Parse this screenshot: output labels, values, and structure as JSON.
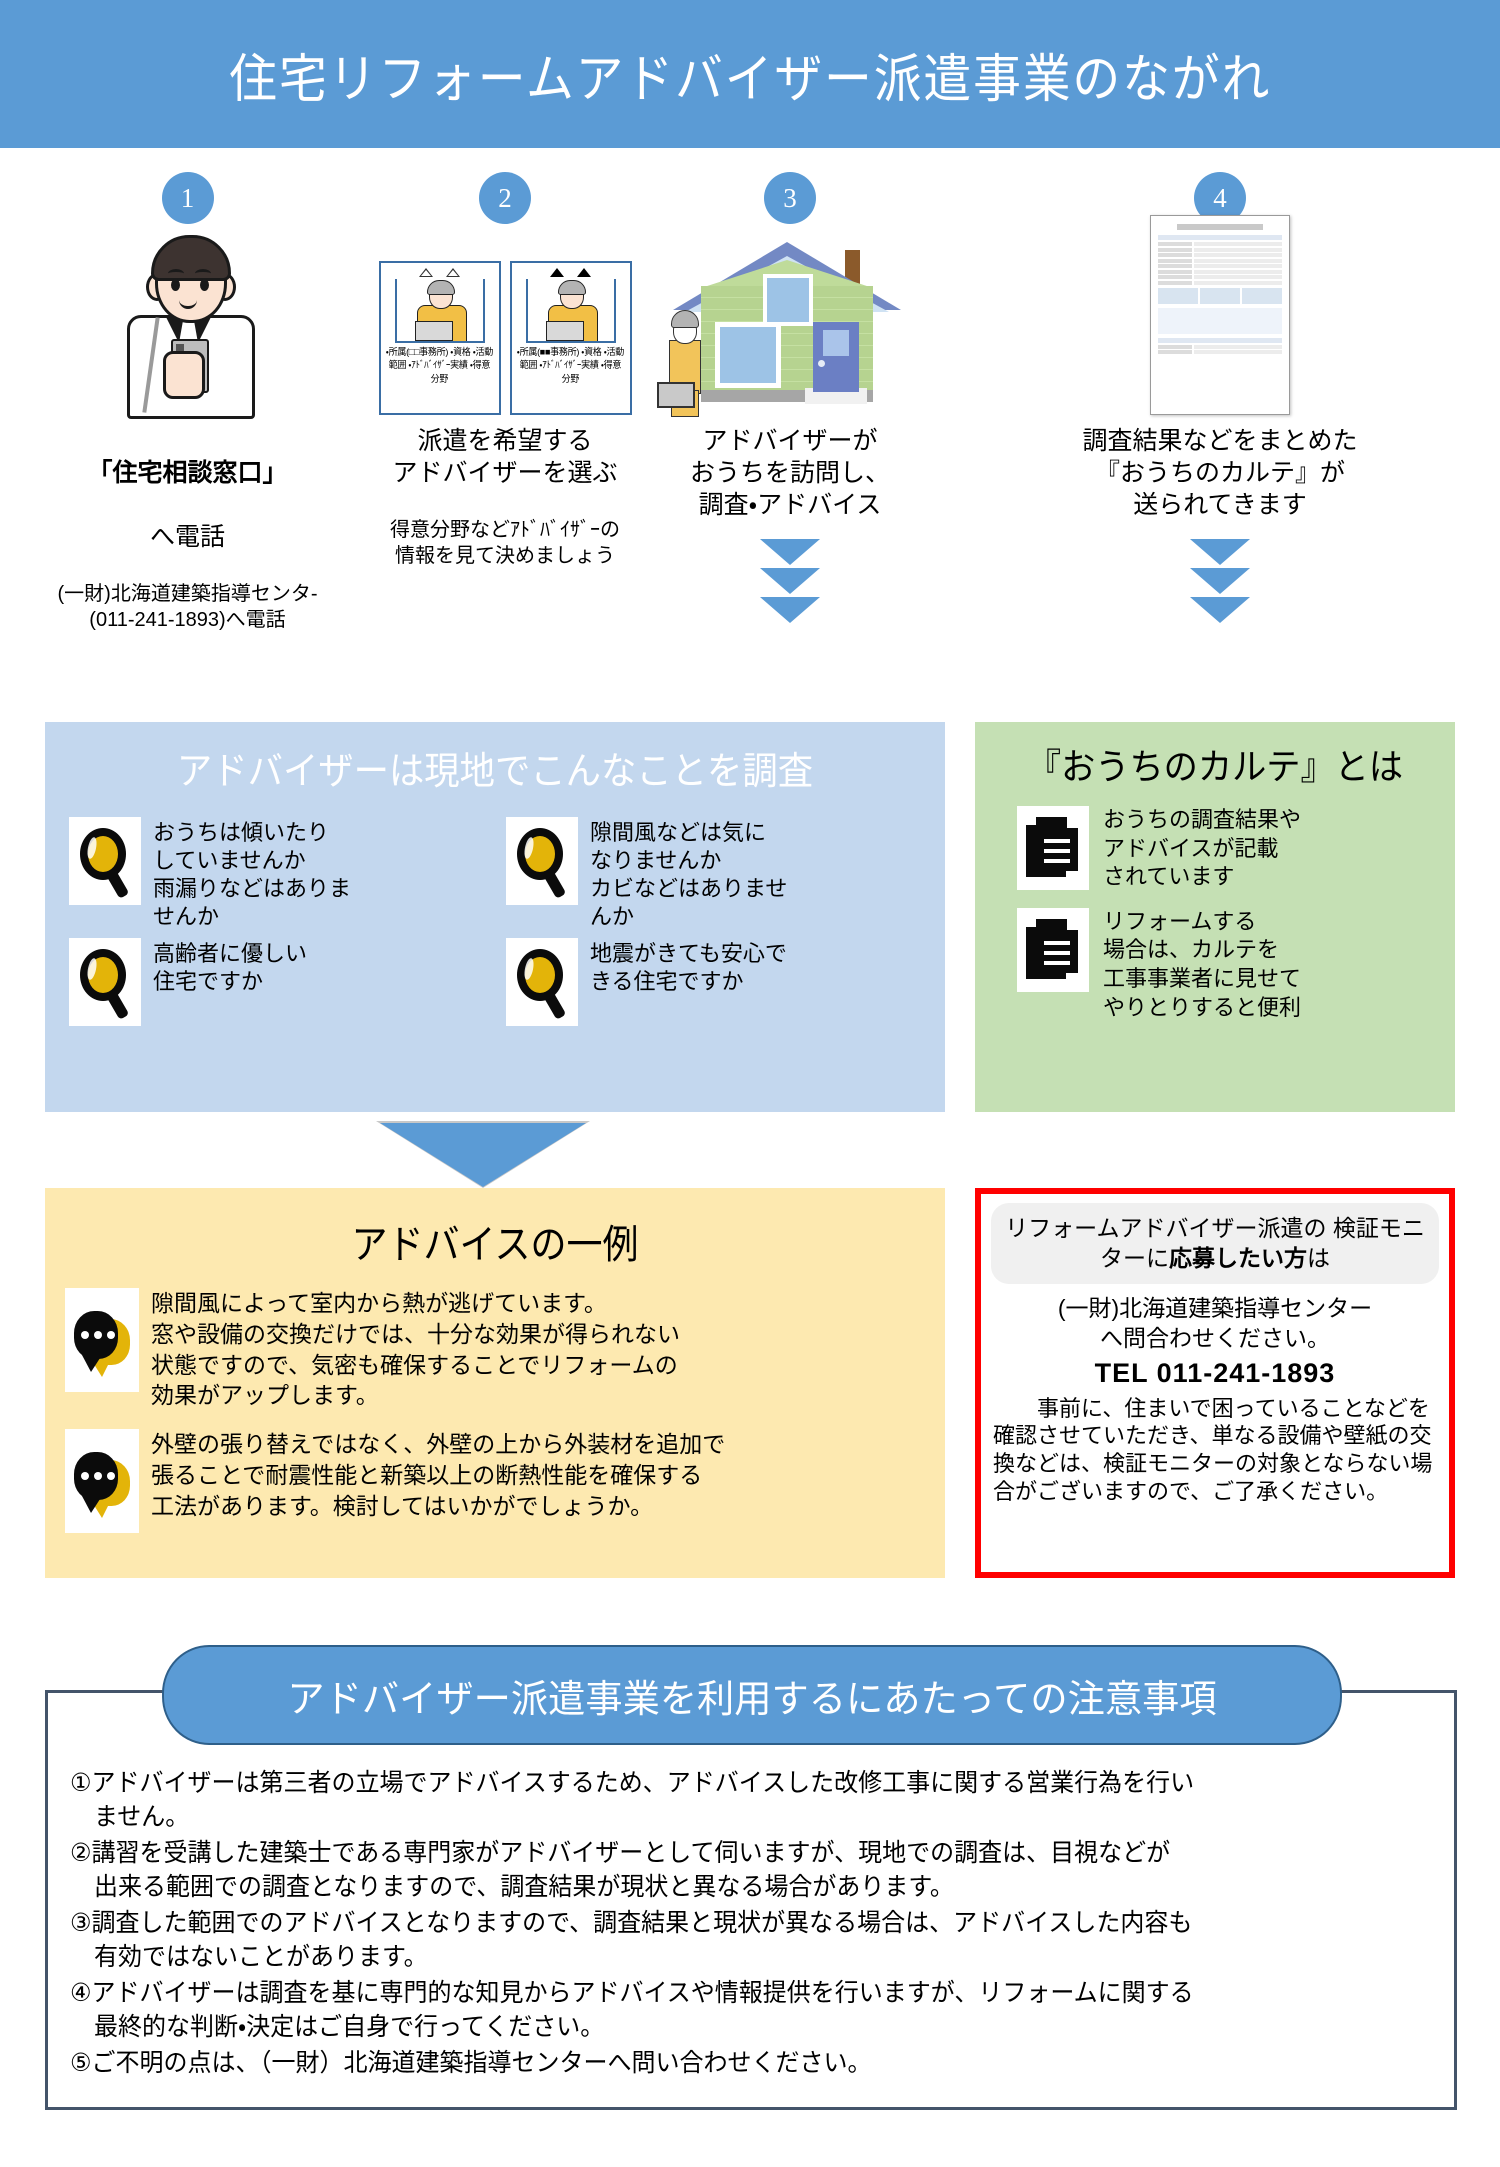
{
  "header": {
    "title": "住宅リフォームアドバイザー派遣事業のながれ"
  },
  "steps": [
    {
      "number": "1",
      "caption_bold": "「住宅相談窓口」",
      "caption_rest": "へ電話",
      "sub": "(一財)北海道建築指導センタ-\n(011-241-1893)へ電話"
    },
    {
      "number": "2",
      "caption": "派遣を希望する\nアドバイザーを選ぶ",
      "sub": "得意分野などｱﾄﾞﾊﾞｲｻﾞｰの\n情報を見て決めましょう",
      "card_left_lines": "・所属(□□事務所)\n・資格\n・活動範囲\n・ｱﾄﾞﾊﾞｲｻﾞｰ実績\n・得意分野",
      "card_right_lines": "・所属(■■事務所)\n・資格\n・活動範囲\n・ｱﾄﾞﾊﾞｲｻﾞｰ実績\n・得意分野"
    },
    {
      "number": "3",
      "caption": "アドバイザーが\nおうちを訪問し、\n調査・アドバイス"
    },
    {
      "number": "4",
      "caption": "調査結果などをまとめた\n『おうちのカルテ』が\n送られてきます"
    }
  ],
  "survey": {
    "title": "アドバイザーは現地でこんなことを調査",
    "items": [
      "おうちは傾いたり\nしていませんか\n雨漏りなどはありま\nせんか",
      "隙間風などは気に\nなりませんか\nカビなどはありませ\nんか",
      "高齢者に優しい\n住宅ですか",
      "地震がきても安心で\nきる住宅ですか"
    ]
  },
  "karte": {
    "title": "『おうちのカルテ』とは",
    "items": [
      "おうちの調査結果や\nアドバイスが記載\nされています",
      "リフォームする\n場合は、カルテを\n工事事業者に見せて\nやりとりすると便利"
    ]
  },
  "advice": {
    "title": "アドバイスの一例",
    "items": [
      "隙間風によって室内から熱が逃げています。\n窓や設備の交換だけでは、十分な効果が得られない\n状態ですので、気密も確保することでリフォームの\n効果がアップします。",
      "外壁の張り替えではなく、外壁の上から外装材を追加で\n張ることで耐震性能と新築以上の断熱性能を確保する\n工法があります。検討してはいかがでしょうか。"
    ]
  },
  "redbox": {
    "pill_pre": "リフォームアドバイザー派遣の\n検証モニターに",
    "pill_bold": "応募したい方",
    "pill_post": "は",
    "org": "(一財)北海道建築指導センター\nへ問合わせください。",
    "tel": "TEL  011-241-1893",
    "note": "事前に、住まいで困っていることなどを確認させていただき、単なる設備や壁紙の交換などは、検証モニターの対象とならない場合がございますので、ご了承ください。"
  },
  "notes": {
    "title": "アドバイザー派遣事業を利用するにあたっての注意事項",
    "items": [
      "①アドバイザーは第三者の立場でアドバイスするため、アドバイスした改修工事に関する営業行為を行い\n　ません。",
      "②講習を受講した建築士である専門家がアドバイザーとして伺いますが、現地での調査は、目視などが\n　出来る範囲での調査となりますので、調査結果が現状と異なる場合があります。",
      "③調査した範囲でのアドバイスとなりますので、調査結果と現状が異なる場合は、アドバイスした内容も\n　有効ではないことがあります。",
      "④アドバイザーは調査を基に専門的な知見からアドバイスや情報提供を行いますが、リフォームに関する\n　最終的な判断・決定はご自身で行ってください。",
      "⑤ご不明の点は、（一財）北海道建築指導センターへ問い合わせください。"
    ]
  },
  "colors": {
    "header_blue": "#5b9bd5",
    "survey_blue": "#c3d7ee",
    "karte_green": "#c5e0b4",
    "advice_yellow": "#fde9b0",
    "red_border": "#ff0000",
    "notes_border": "#44546a"
  }
}
